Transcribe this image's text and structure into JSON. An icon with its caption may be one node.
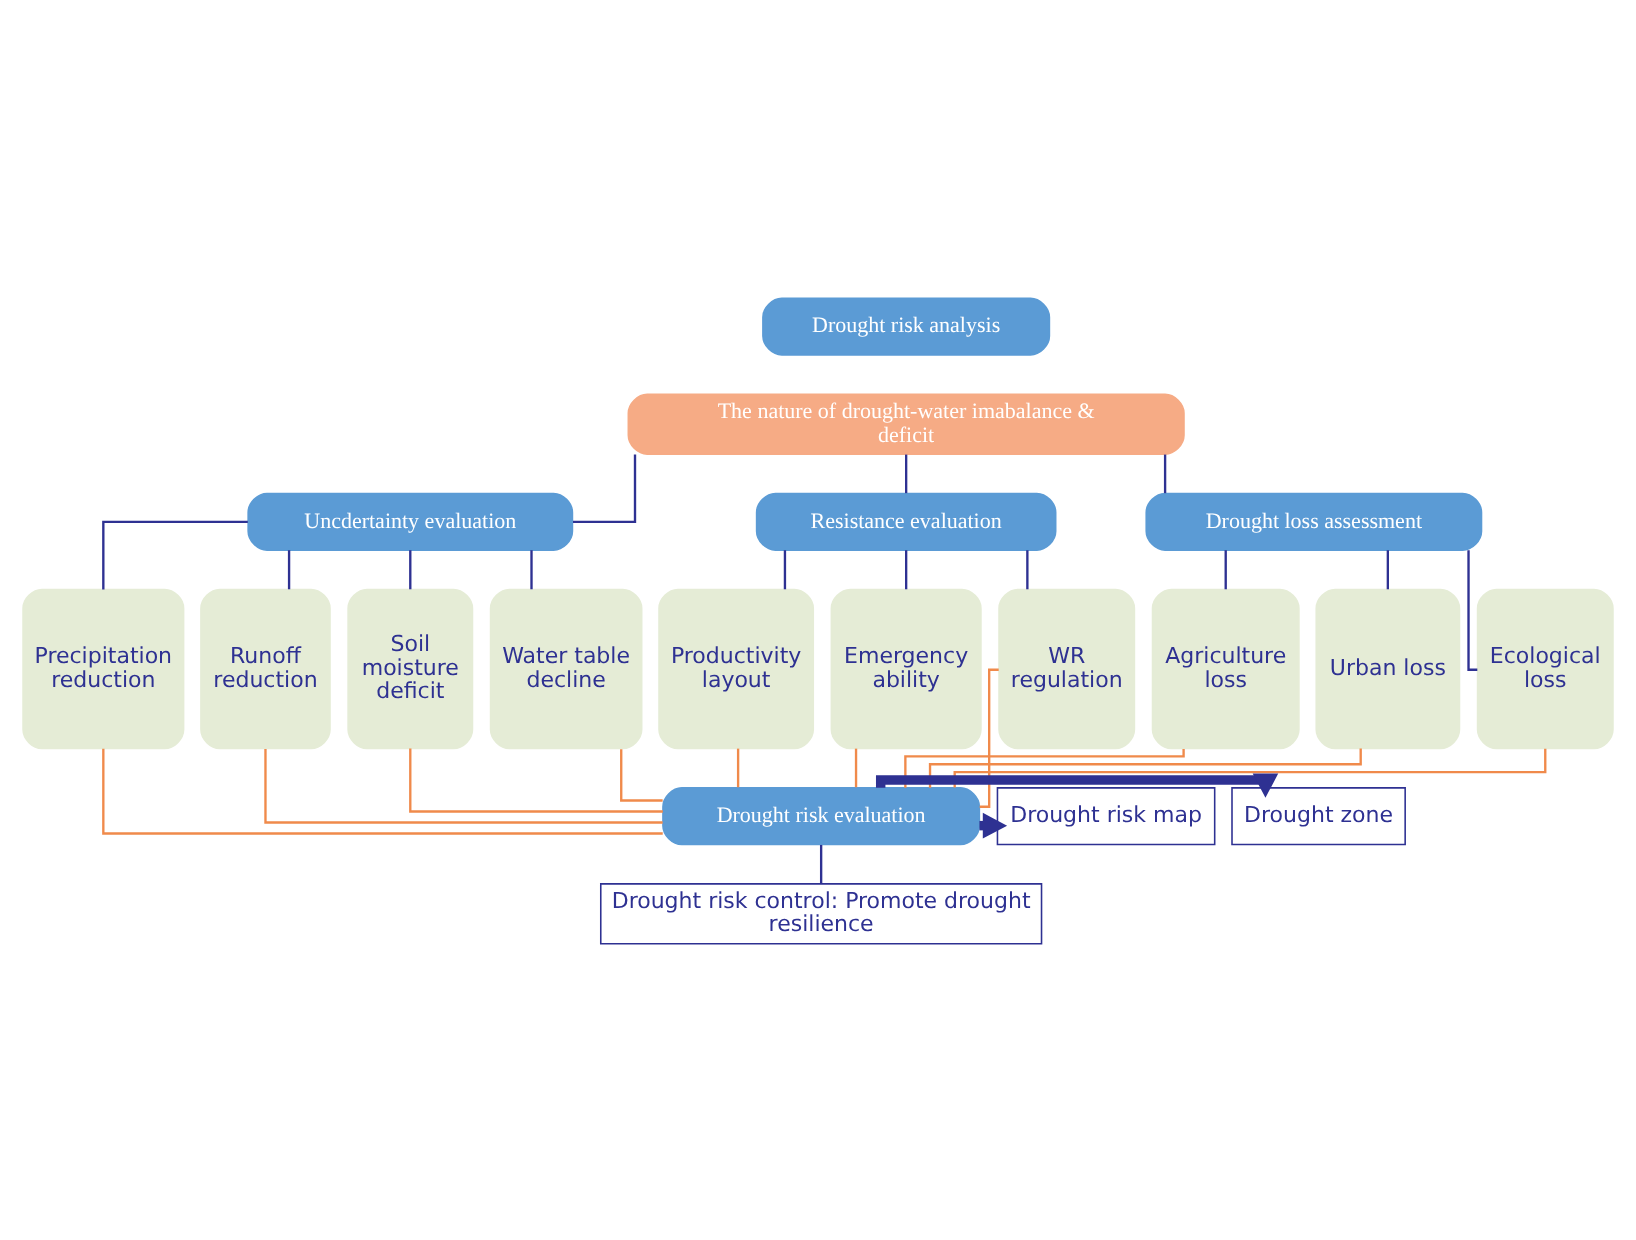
{
  "diagram": {
    "nodes": [
      {
        "text": [
          "Drought risk analysis"
        ]
      },
      {
        "text": [
          "The nature of drought-water imabalance & deficit"
        ]
      },
      {
        "text": [
          "Uncdertainty evaluation"
        ]
      },
      {
        "text": [
          "Resistance evaluation"
        ]
      },
      {
        "text": [
          "Drought loss assessment"
        ]
      },
      {
        "text": [
          "Precipitation reduction"
        ]
      },
      {
        "text": [
          "Runoff reduction"
        ]
      },
      {
        "text": [
          "Soil moisture deficit"
        ]
      },
      {
        "text": [
          "Water table decline"
        ]
      },
      {
        "text": [
          "Productivity layout"
        ]
      },
      {
        "text": [
          "Emergency ability"
        ]
      },
      {
        "text": [
          "WR regulation"
        ]
      },
      {
        "text": [
          "Agriculture loss"
        ]
      },
      {
        "text": [
          "Urban loss"
        ]
      },
      {
        "text": [
          "Ecological loss"
        ]
      },
      {
        "text": [
          "Drought risk evaluation"
        ]
      },
      {
        "text": [
          "Drought zone"
        ]
      },
      {
        "text": [
          "Drought risk map"
        ]
      },
      {
        "text": [
          "Drought risk control: Promote drought resilience"
        ]
      }
    ],
    "edges": [
      {
        "from": 1,
        "to": 2,
        "arrow": "none"
      },
      {
        "from": 1,
        "to": 3,
        "arrow": "none"
      },
      {
        "from": 1,
        "to": 4,
        "arrow": "none"
      },
      {
        "from": 2,
        "to": 5,
        "arrow": "none"
      },
      {
        "from": 2,
        "to": 6,
        "arrow": "none"
      },
      {
        "from": 2,
        "to": 7,
        "arrow": "none"
      },
      {
        "from": 2,
        "to": 8,
        "arrow": "none"
      },
      {
        "from": 3,
        "to": 9,
        "arrow": "none"
      },
      {
        "from": 3,
        "to": 10,
        "arrow": "none"
      },
      {
        "from": 3,
        "to": 11,
        "arrow": "none"
      },
      {
        "from": 4,
        "to": 12,
        "arrow": "none"
      },
      {
        "from": 4,
        "to": 13,
        "arrow": "none"
      },
      {
        "from": 4,
        "to": 14,
        "arrow": "none"
      },
      {
        "from": 5,
        "to": 15,
        "arrow": "none",
        "color": "#f08a4b"
      },
      {
        "from": 6,
        "to": 15,
        "arrow": "none",
        "color": "#f08a4b"
      },
      {
        "from": 7,
        "to": 15,
        "arrow": "none",
        "color": "#f08a4b"
      },
      {
        "from": 8,
        "to": 15,
        "arrow": "none",
        "color": "#f08a4b"
      },
      {
        "from": 9,
        "to": 15,
        "arrow": "none",
        "color": "#f08a4b"
      },
      {
        "from": 10,
        "to": 15,
        "arrow": "none",
        "color": "#f08a4b"
      },
      {
        "from": 11,
        "to": 15,
        "arrow": "none",
        "color": "#f08a4b"
      },
      {
        "from": 12,
        "to": 15,
        "arrow": "none",
        "color": "#f08a4b"
      },
      {
        "from": 13,
        "to": 15,
        "arrow": "none",
        "color": "#f08a4b"
      },
      {
        "from": 14,
        "to": 15,
        "arrow": "none",
        "color": "#f08a4b"
      },
      {
        "from": 15,
        "to": 16,
        "arrow": "to",
        "style": "thick"
      },
      {
        "from": 15,
        "to": 17,
        "arrow": "to",
        "style": "thick"
      },
      {
        "from": 15,
        "to": 18,
        "arrow": "none"
      }
    ]
  }
}
